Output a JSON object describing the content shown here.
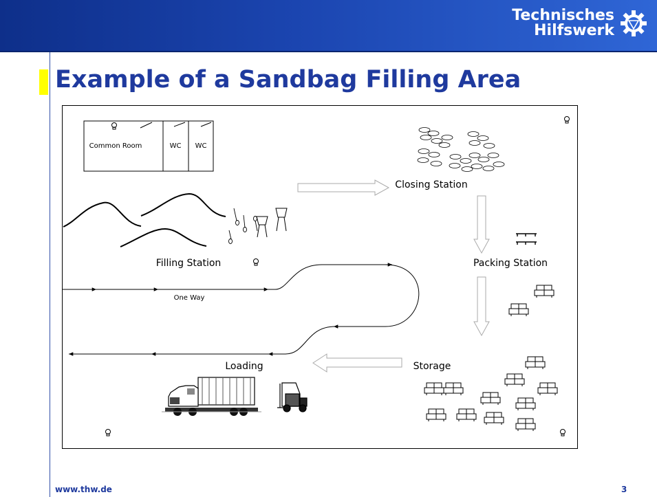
{
  "header": {
    "logo_line1": "Technisches",
    "logo_line2": "Hilfswerk",
    "logo_icon": "thw-cog-emblem-icon"
  },
  "title": "Example of a Sandbag Filling Area",
  "diagram": {
    "common_room": "Common Room",
    "wc_1": "WC",
    "wc_2": "WC",
    "closing_station": "Closing Station",
    "filling_station": "Filling Station",
    "packing_station": "Packing Station",
    "one_way": "One Way",
    "loading": "Loading",
    "storage": "Storage",
    "icons": [
      "light-bulb-icon",
      "sand-pile-icon",
      "shovel-icon",
      "filling-funnel-icon",
      "sandbag-icon",
      "pallet-icon",
      "stacked-sandbags-icon",
      "truck-icon",
      "forklift-icon"
    ]
  },
  "colors": {
    "header_blue": "#1b45b0",
    "title_blue": "#1f3a9e",
    "accent_yellow": "#ffff00"
  },
  "footer": {
    "url": "www.thw.de",
    "page": "3"
  }
}
